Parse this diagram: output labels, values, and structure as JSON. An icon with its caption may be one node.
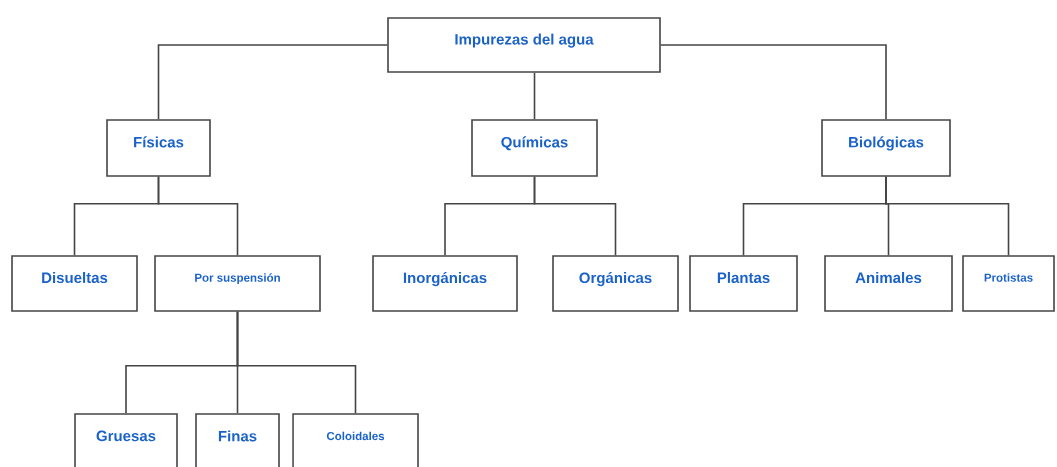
{
  "diagram": {
    "nodes": [
      {
        "text": [
          "Impurezas del agua"
        ]
      },
      {
        "text": [
          "Físicas"
        ]
      },
      {
        "text": [
          "Químicas"
        ]
      },
      {
        "text": [
          "Biológicas"
        ]
      },
      {
        "text": [
          "Disueltas"
        ]
      },
      {
        "text": [
          "Por suspensión"
        ]
      },
      {
        "text": [
          "Inorgánicas"
        ]
      },
      {
        "text": [
          "Orgánicas"
        ]
      },
      {
        "text": [
          "Plantas"
        ]
      },
      {
        "text": [
          "Animales"
        ]
      },
      {
        "text": [
          "Protistas"
        ]
      },
      {
        "text": [
          "Gruesas"
        ]
      },
      {
        "text": [
          "Finas"
        ]
      },
      {
        "text": [
          "Coloidales"
        ]
      }
    ],
    "edges": [
      {
        "from": 0,
        "to": 1,
        "arrow": "none"
      },
      {
        "from": 0,
        "to": 2,
        "arrow": "none"
      },
      {
        "from": 0,
        "to": 3,
        "arrow": "none"
      },
      {
        "from": 1,
        "to": 4,
        "arrow": "none"
      },
      {
        "from": 1,
        "to": 5,
        "arrow": "none"
      },
      {
        "from": 2,
        "to": 6,
        "arrow": "none"
      },
      {
        "from": 2,
        "to": 7,
        "arrow": "none"
      },
      {
        "from": 3,
        "to": 8,
        "arrow": "none"
      },
      {
        "from": 3,
        "to": 9,
        "arrow": "none"
      },
      {
        "from": 3,
        "to": 10,
        "arrow": "none"
      },
      {
        "from": 5,
        "to": 11,
        "arrow": "none"
      },
      {
        "from": 5,
        "to": 12,
        "arrow": "none"
      },
      {
        "from": 5,
        "to": 13,
        "arrow": "none"
      }
    ]
  }
}
